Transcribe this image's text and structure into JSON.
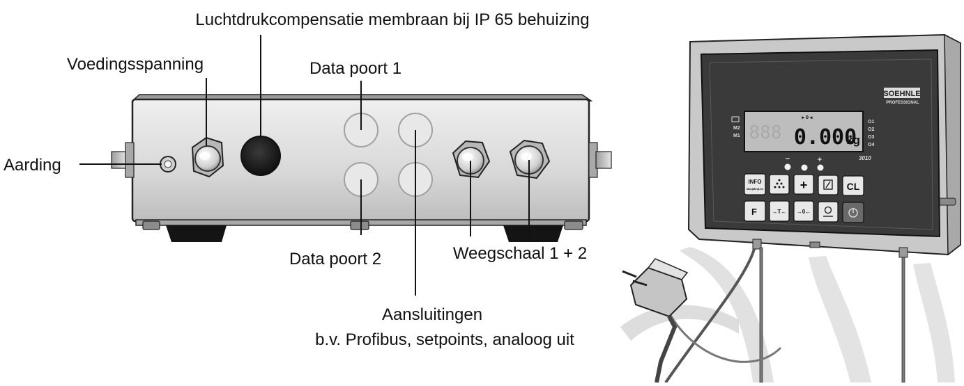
{
  "labels": {
    "membrane": "Luchtdrukcompensatie membraan bij IP 65 behuizing",
    "supply": "Voedingsspanning",
    "data_port_1": "Data poort 1",
    "ground": "Aarding",
    "data_port_2": "Data poort 2",
    "scales": "Weegschaal 1 + 2",
    "connections_title": "Aansluitingen",
    "connections_sub": "b.v. Profibus, setpoints, analoog uit"
  },
  "indicator": {
    "brand": "SOEHNLE",
    "brand_sub": "PROFESSIONAL",
    "model": "3010",
    "reading": "0.000",
    "unit": "kg",
    "zero_marker": "▸ 0 ◂",
    "left_marks": [
      "M2",
      "M1"
    ],
    "outputs": [
      "O1",
      "O2",
      "O3",
      "O4"
    ],
    "minus": "–",
    "plus": "+",
    "keys": {
      "info": "INFO",
      "info_sub": "Max|Min|Lim",
      "plus": "+",
      "cl": "CL",
      "f": "F",
      "tare": "→T←",
      "zero": "→0←",
      "power": "⏻"
    }
  },
  "colors": {
    "housing": "#d9d9d9",
    "panel": "#3a3a3a",
    "lcd": "#bdbdbd",
    "line": "#111111"
  }
}
